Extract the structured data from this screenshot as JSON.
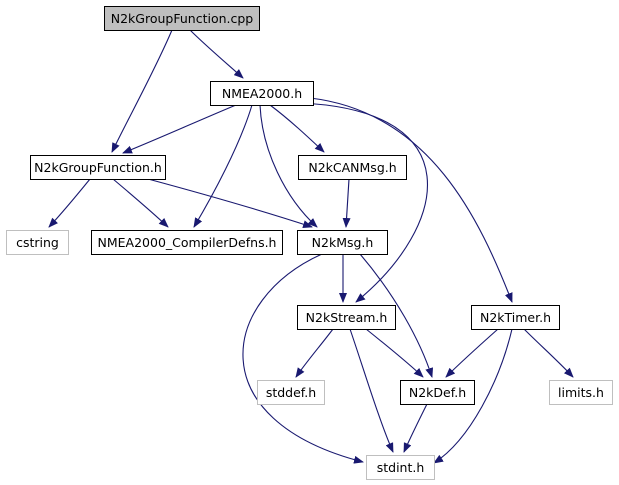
{
  "diagram": {
    "nodes": [
      {
        "id": "root",
        "label": "N2kGroupFunction.cpp",
        "style": "root"
      },
      {
        "id": "nmea",
        "label": "NMEA2000.h",
        "style": "local"
      },
      {
        "id": "gf",
        "label": "N2kGroupFunction.h",
        "style": "local"
      },
      {
        "id": "canmsg",
        "label": "N2kCANMsg.h",
        "style": "local"
      },
      {
        "id": "cstring",
        "label": "cstring",
        "style": "system"
      },
      {
        "id": "compiler",
        "label": "NMEA2000_CompilerDefns.h",
        "style": "local"
      },
      {
        "id": "msg",
        "label": "N2kMsg.h",
        "style": "local"
      },
      {
        "id": "stream",
        "label": "N2kStream.h",
        "style": "local"
      },
      {
        "id": "timer",
        "label": "N2kTimer.h",
        "style": "local"
      },
      {
        "id": "stddef",
        "label": "stddef.h",
        "style": "system"
      },
      {
        "id": "def",
        "label": "N2kDef.h",
        "style": "local"
      },
      {
        "id": "limits",
        "label": "limits.h",
        "style": "system"
      },
      {
        "id": "stdint",
        "label": "stdint.h",
        "style": "system"
      }
    ],
    "edges": [
      {
        "from": "root",
        "to": "nmea"
      },
      {
        "from": "root",
        "to": "gf"
      },
      {
        "from": "nmea",
        "to": "gf"
      },
      {
        "from": "nmea",
        "to": "compiler"
      },
      {
        "from": "nmea",
        "to": "msg"
      },
      {
        "from": "nmea",
        "to": "canmsg"
      },
      {
        "from": "nmea",
        "to": "stream"
      },
      {
        "from": "nmea",
        "to": "timer"
      },
      {
        "from": "gf",
        "to": "cstring"
      },
      {
        "from": "gf",
        "to": "compiler"
      },
      {
        "from": "gf",
        "to": "msg"
      },
      {
        "from": "canmsg",
        "to": "msg"
      },
      {
        "from": "msg",
        "to": "stream"
      },
      {
        "from": "msg",
        "to": "def"
      },
      {
        "from": "msg",
        "to": "stdint"
      },
      {
        "from": "stream",
        "to": "stddef"
      },
      {
        "from": "stream",
        "to": "def"
      },
      {
        "from": "stream",
        "to": "stdint"
      },
      {
        "from": "timer",
        "to": "def"
      },
      {
        "from": "timer",
        "to": "limits"
      },
      {
        "from": "timer",
        "to": "stdint"
      },
      {
        "from": "def",
        "to": "stdint"
      }
    ],
    "colors": {
      "edge": "#191970",
      "root_fill": "#bfbfbf",
      "local_border": "#000000",
      "system_border": "#bfbfbf",
      "system_text": "#000000"
    }
  }
}
